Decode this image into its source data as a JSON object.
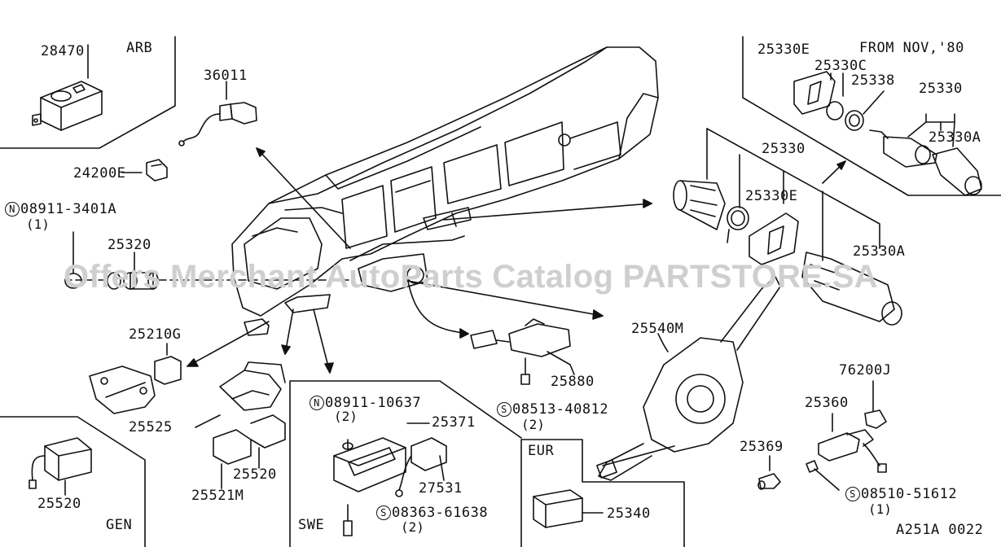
{
  "watermark": "Offers Merchant AutoParts Catalog PARTSTORE.SA",
  "figure_code": "A251A 0022",
  "sections": {
    "arb": "ARB",
    "gen": "GEN",
    "swe": "SWE",
    "eur": "EUR",
    "from_nov": "FROM NOV,'80"
  },
  "parts": {
    "p28470": "28470",
    "p36011": "36011",
    "p24200e": "24200E",
    "p08911_3401a": "08911-3401A",
    "p08911_3401a_qty": "(1)",
    "p25320": "25320",
    "p25210g": "25210G",
    "p25525": "25525",
    "p25520a": "25520",
    "p25521m": "25521M",
    "p25520b": "25520",
    "p08911_10637": "08911-10637",
    "p08911_10637_qty": "(2)",
    "p25371": "25371",
    "p27531": "27531",
    "p08363_61638": "08363-61638",
    "p08363_61638_qty": "(2)",
    "p25880": "25880",
    "p08513_40812": "08513-40812",
    "p08513_40812_qty": "(2)",
    "p25340": "25340",
    "p25540m": "25540M",
    "p25330e_top": "25330E",
    "p25330c": "25330C",
    "p25338": "25338",
    "p25330_top": "25330",
    "p25330a_top": "25330A",
    "p25330_mid": "25330",
    "p25330e_mid": "25330E",
    "p25330a_mid": "25330A",
    "p76200j": "76200J",
    "p25360": "25360",
    "p25369": "25369",
    "p08510_51612": "08510-51612",
    "p08510_51612_qty": "(1)"
  },
  "prefix_marks": {
    "N": "N",
    "S": "S"
  }
}
